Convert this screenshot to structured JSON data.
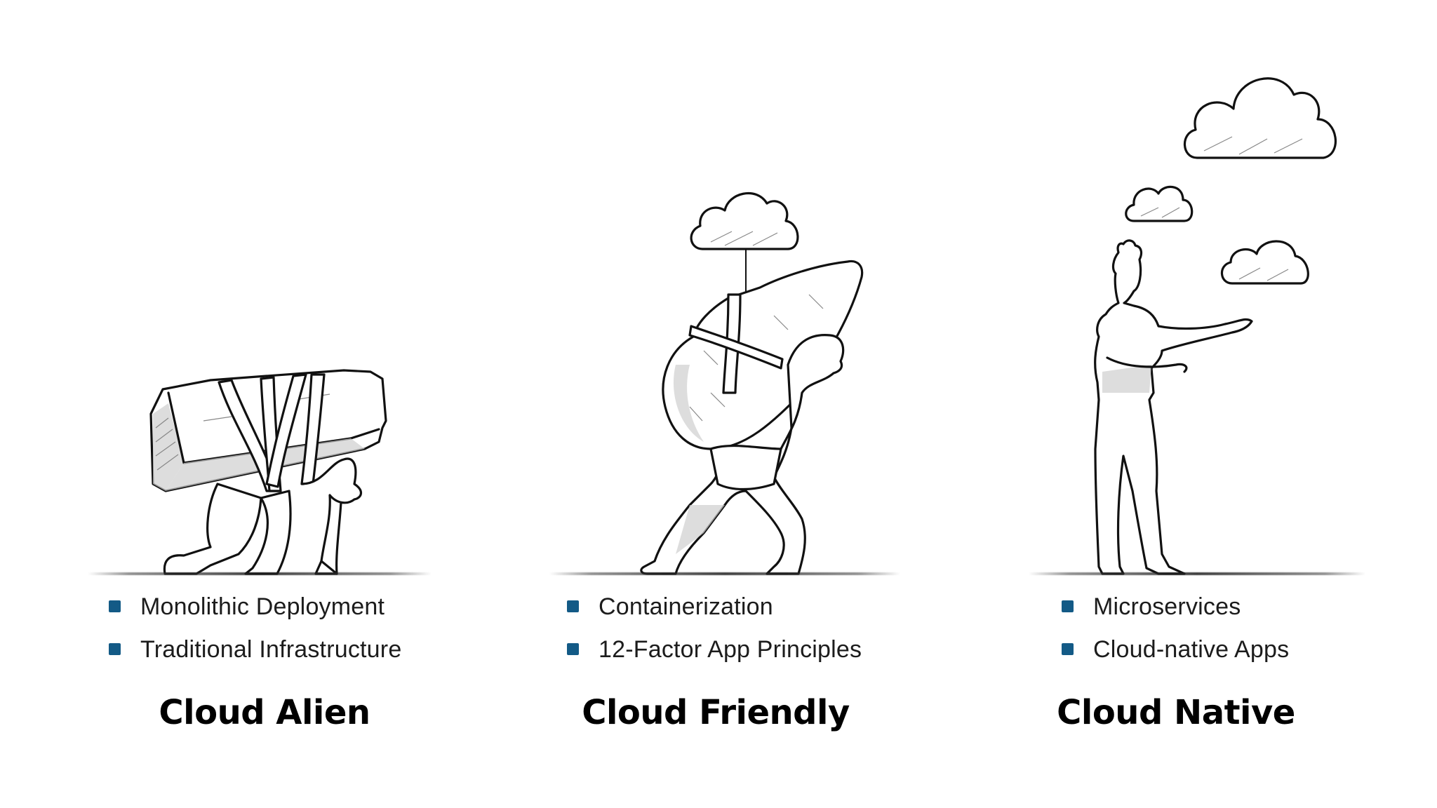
{
  "columns": [
    {
      "id": "cloud-alien",
      "title": "Cloud Alien",
      "illustration": "man-crawling-carrying-strapped-boulder",
      "bullets": [
        "Monolithic Deployment",
        "Traditional Infrastructure"
      ]
    },
    {
      "id": "cloud-friendly",
      "title": "Cloud Friendly",
      "illustration": "man-carrying-rock-lifted-by-cloud",
      "bullets": [
        "Containerization",
        "12-Factor App Principles"
      ]
    },
    {
      "id": "cloud-native",
      "title": "Cloud Native",
      "illustration": "man-standing-juggling-clouds",
      "bullets": [
        "Microservices",
        "Cloud-native Apps"
      ]
    }
  ],
  "colors": {
    "bullet": "#135a86",
    "text": "#1c1c1c",
    "title": "#000000",
    "background": "#ffffff"
  }
}
